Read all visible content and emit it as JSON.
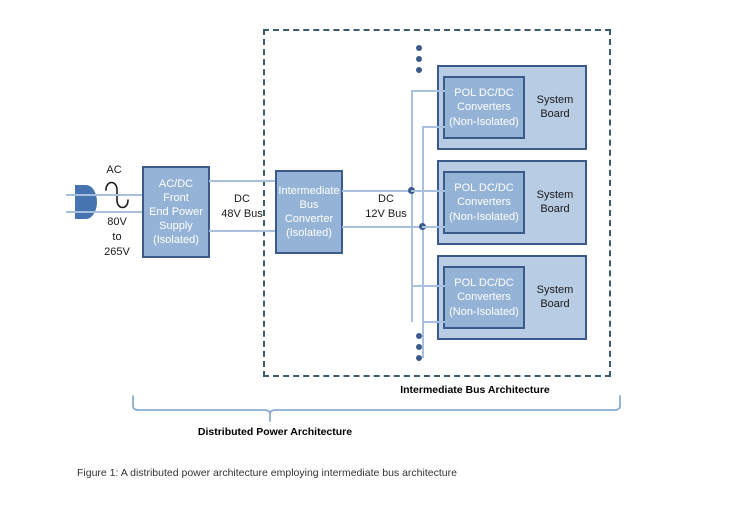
{
  "figure": {
    "caption": "Figure 1: A distributed power architecture employing intermediate bus architecture"
  },
  "input": {
    "ac_label": "AC",
    "ac_waveform_icon": "sine-wave-icon",
    "voltage_range": "80V\nto\n265V",
    "plug_icon": "ac-plug-icon"
  },
  "blocks": {
    "front_end": {
      "label": "AC/DC Front\nEnd Power\nSupply\n(Isolated)"
    },
    "ibc": {
      "label": "Intermediate\nBus\nConverter\n(Isolated)"
    },
    "pol": {
      "label": "POL DC/DC\nConverters\n(Non-Isolated)"
    },
    "system_board": {
      "label": "System\nBoard"
    }
  },
  "buses": {
    "bus_48v": "DC\n48V Bus",
    "bus_12v": "DC\n12V Bus"
  },
  "boards": [
    {
      "pol_label": "POL DC/DC\nConverters\n(Non-Isolated)",
      "board_label": "System\nBoard"
    },
    {
      "pol_label": "POL DC/DC\nConverters\n(Non-Isolated)",
      "board_label": "System\nBoard"
    },
    {
      "pol_label": "POL DC/DC\nConverters\n(Non-Isolated)",
      "board_label": "System\nBoard"
    }
  ],
  "annotations": {
    "intermediate_bus_architecture": "Intermediate Bus Architecture",
    "distributed_power_architecture": "Distributed Power Architecture"
  },
  "colors": {
    "block_fill": "#95b3d7",
    "block_border": "#3a5a8c",
    "board_fill": "#b8cce4",
    "wire": "#a8c0de",
    "dashed_border": "#3a5a6e",
    "brace": "#8cacd0",
    "plug": "#4674b0"
  }
}
